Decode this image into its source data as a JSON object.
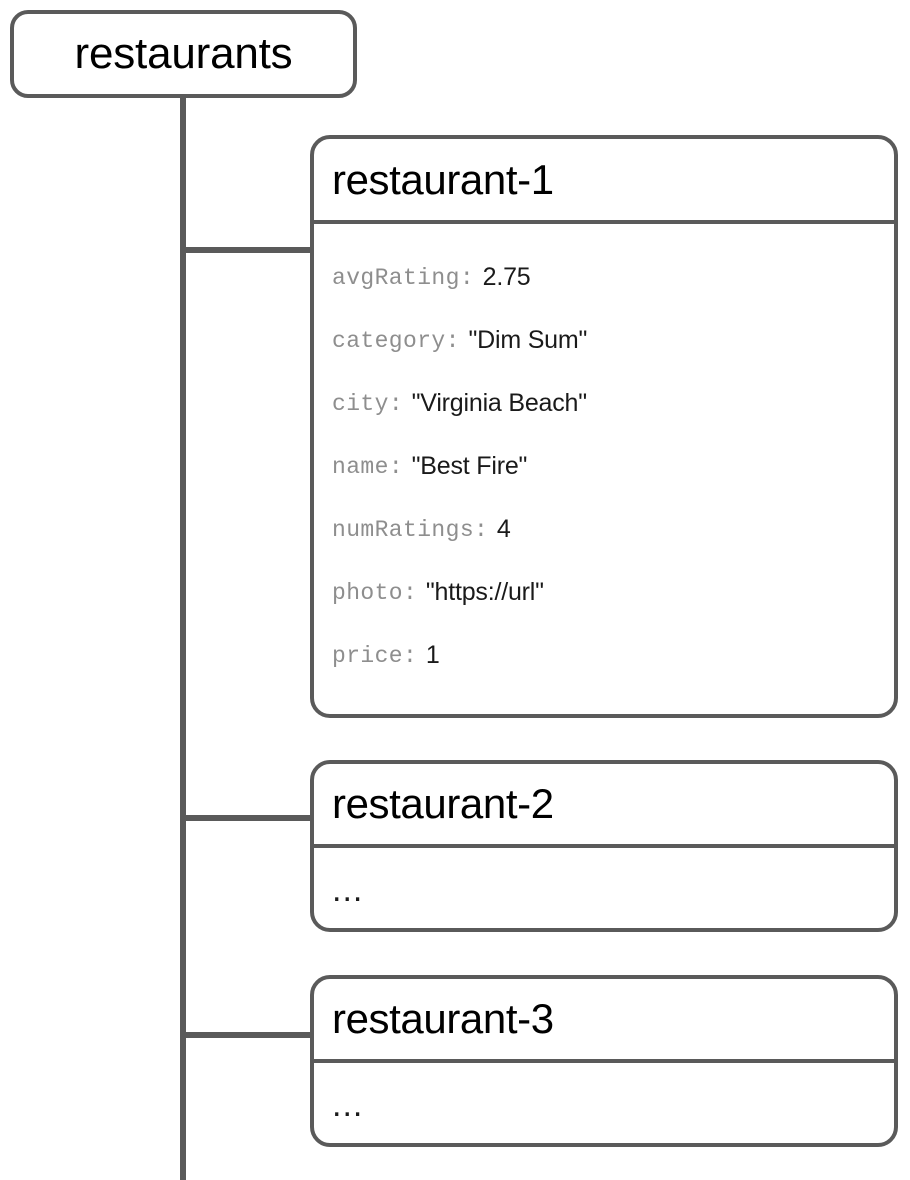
{
  "diagram": {
    "type": "tree",
    "title": "restaurants collection document tree",
    "colors": {
      "border": "#5a5a5a",
      "connector": "#5a5a5a",
      "background": "#ffffff",
      "key_text": "#8e8e8e",
      "value_text": "#1a1a1a",
      "title_text": "#000000"
    }
  },
  "root": {
    "label": "restaurants",
    "kind": "collection"
  },
  "documents": [
    {
      "id": "restaurant-1",
      "expanded": true,
      "fields": [
        {
          "key": "avgRating",
          "sep": ":",
          "value": "2.75"
        },
        {
          "key": "category",
          "sep": ":",
          "value": "\"Dim Sum\""
        },
        {
          "key": "city",
          "sep": ":",
          "value": "\"Virginia Beach\""
        },
        {
          "key": "name",
          "sep": ":",
          "value": "\"Best Fire\""
        },
        {
          "key": "numRatings",
          "sep": ":",
          "value": "4"
        },
        {
          "key": "photo",
          "sep": ":",
          "value": "\"https://url\""
        },
        {
          "key": "price",
          "sep": ":",
          "value": "1"
        }
      ],
      "ellipsis": ""
    },
    {
      "id": "restaurant-2",
      "expanded": false,
      "fields": [],
      "ellipsis": "..."
    },
    {
      "id": "restaurant-3",
      "expanded": false,
      "fields": [],
      "ellipsis": "..."
    }
  ]
}
